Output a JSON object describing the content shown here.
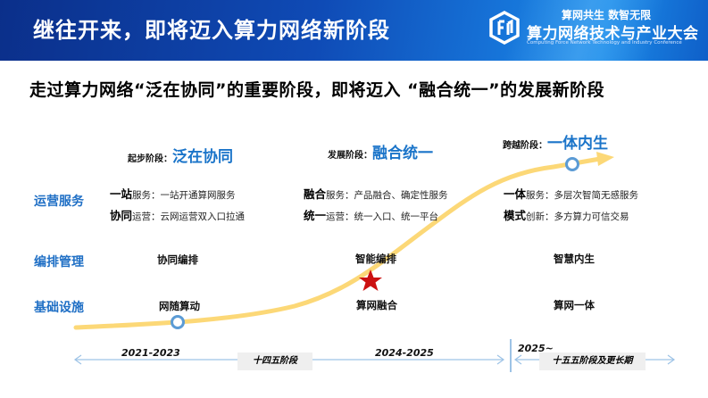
{
  "header": {
    "title": "继往开来，即将迈入算力网络新阶段",
    "logo_icon": "cfn-hexagon-logo-icon",
    "slogan": "算网共生 数智无限",
    "conference_name": "算力网络技术与产业大会",
    "conference_name_en": "Computing Force Network Technology and Industry Conference"
  },
  "subtitle": "走过算力网络“泛在协同”的重要阶段，即将迈入 “融合统一”的发展新阶段",
  "row_labels": [
    "运营服务",
    "编排管理",
    "基础设施"
  ],
  "stages": [
    {
      "key": "起步阶段：",
      "name": "泛在协同",
      "service": [
        {
          "bold": "一站",
          "rest": "服务：一站开通算网服务"
        },
        {
          "bold": "协同",
          "rest": "运营：云网运营双入口拉通"
        }
      ],
      "orchestration": "协同编排",
      "infrastructure": "网随算动",
      "years": "2021-2023"
    },
    {
      "key": "发展阶段：",
      "name": "融合统一",
      "service": [
        {
          "bold": "融合",
          "rest": "服务：产品融合、确定性服务"
        },
        {
          "bold": "统一",
          "rest": "运营：统一入口、统一平台"
        }
      ],
      "orchestration": "智能编排",
      "infrastructure": "算网融合",
      "years": "2024-2025"
    },
    {
      "key": "跨越阶段：",
      "name": "一体内生",
      "service": [
        {
          "bold": "一体",
          "rest": "服务：多层次智简无感服务"
        },
        {
          "bold": "模式",
          "rest": "创新：多方算力可信交易"
        }
      ],
      "orchestration": "智慧内生",
      "infrastructure": "算网一体",
      "years": "2025~"
    }
  ],
  "periods": [
    "十四五阶段",
    "十五五阶段及更长期"
  ],
  "markers": {
    "start_circle": "circle-marker-icon",
    "current_star": "star-marker-icon",
    "end_circle": "circle-marker-icon",
    "arrow": "arrow-head-icon"
  },
  "colors": {
    "accent_blue": "#1a74c9",
    "curve_yellow": "#fcd877",
    "star_red": "#cc1111",
    "circle_blue": "#5b9bd5",
    "timeline_blue": "#9dc3e6"
  }
}
